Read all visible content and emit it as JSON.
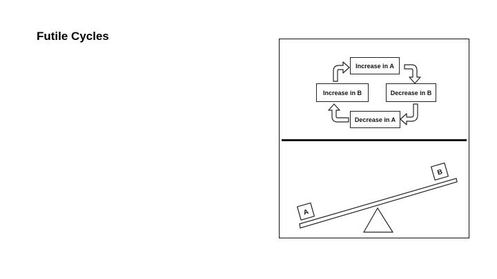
{
  "slide": {
    "title": "Futile Cycles"
  },
  "cycle": {
    "top": "Increase in A",
    "right": "Decrease in B",
    "bottom": "Decrease in A",
    "left": "Increase in B"
  },
  "seesaw": {
    "left_block": "A",
    "right_block": "B"
  }
}
